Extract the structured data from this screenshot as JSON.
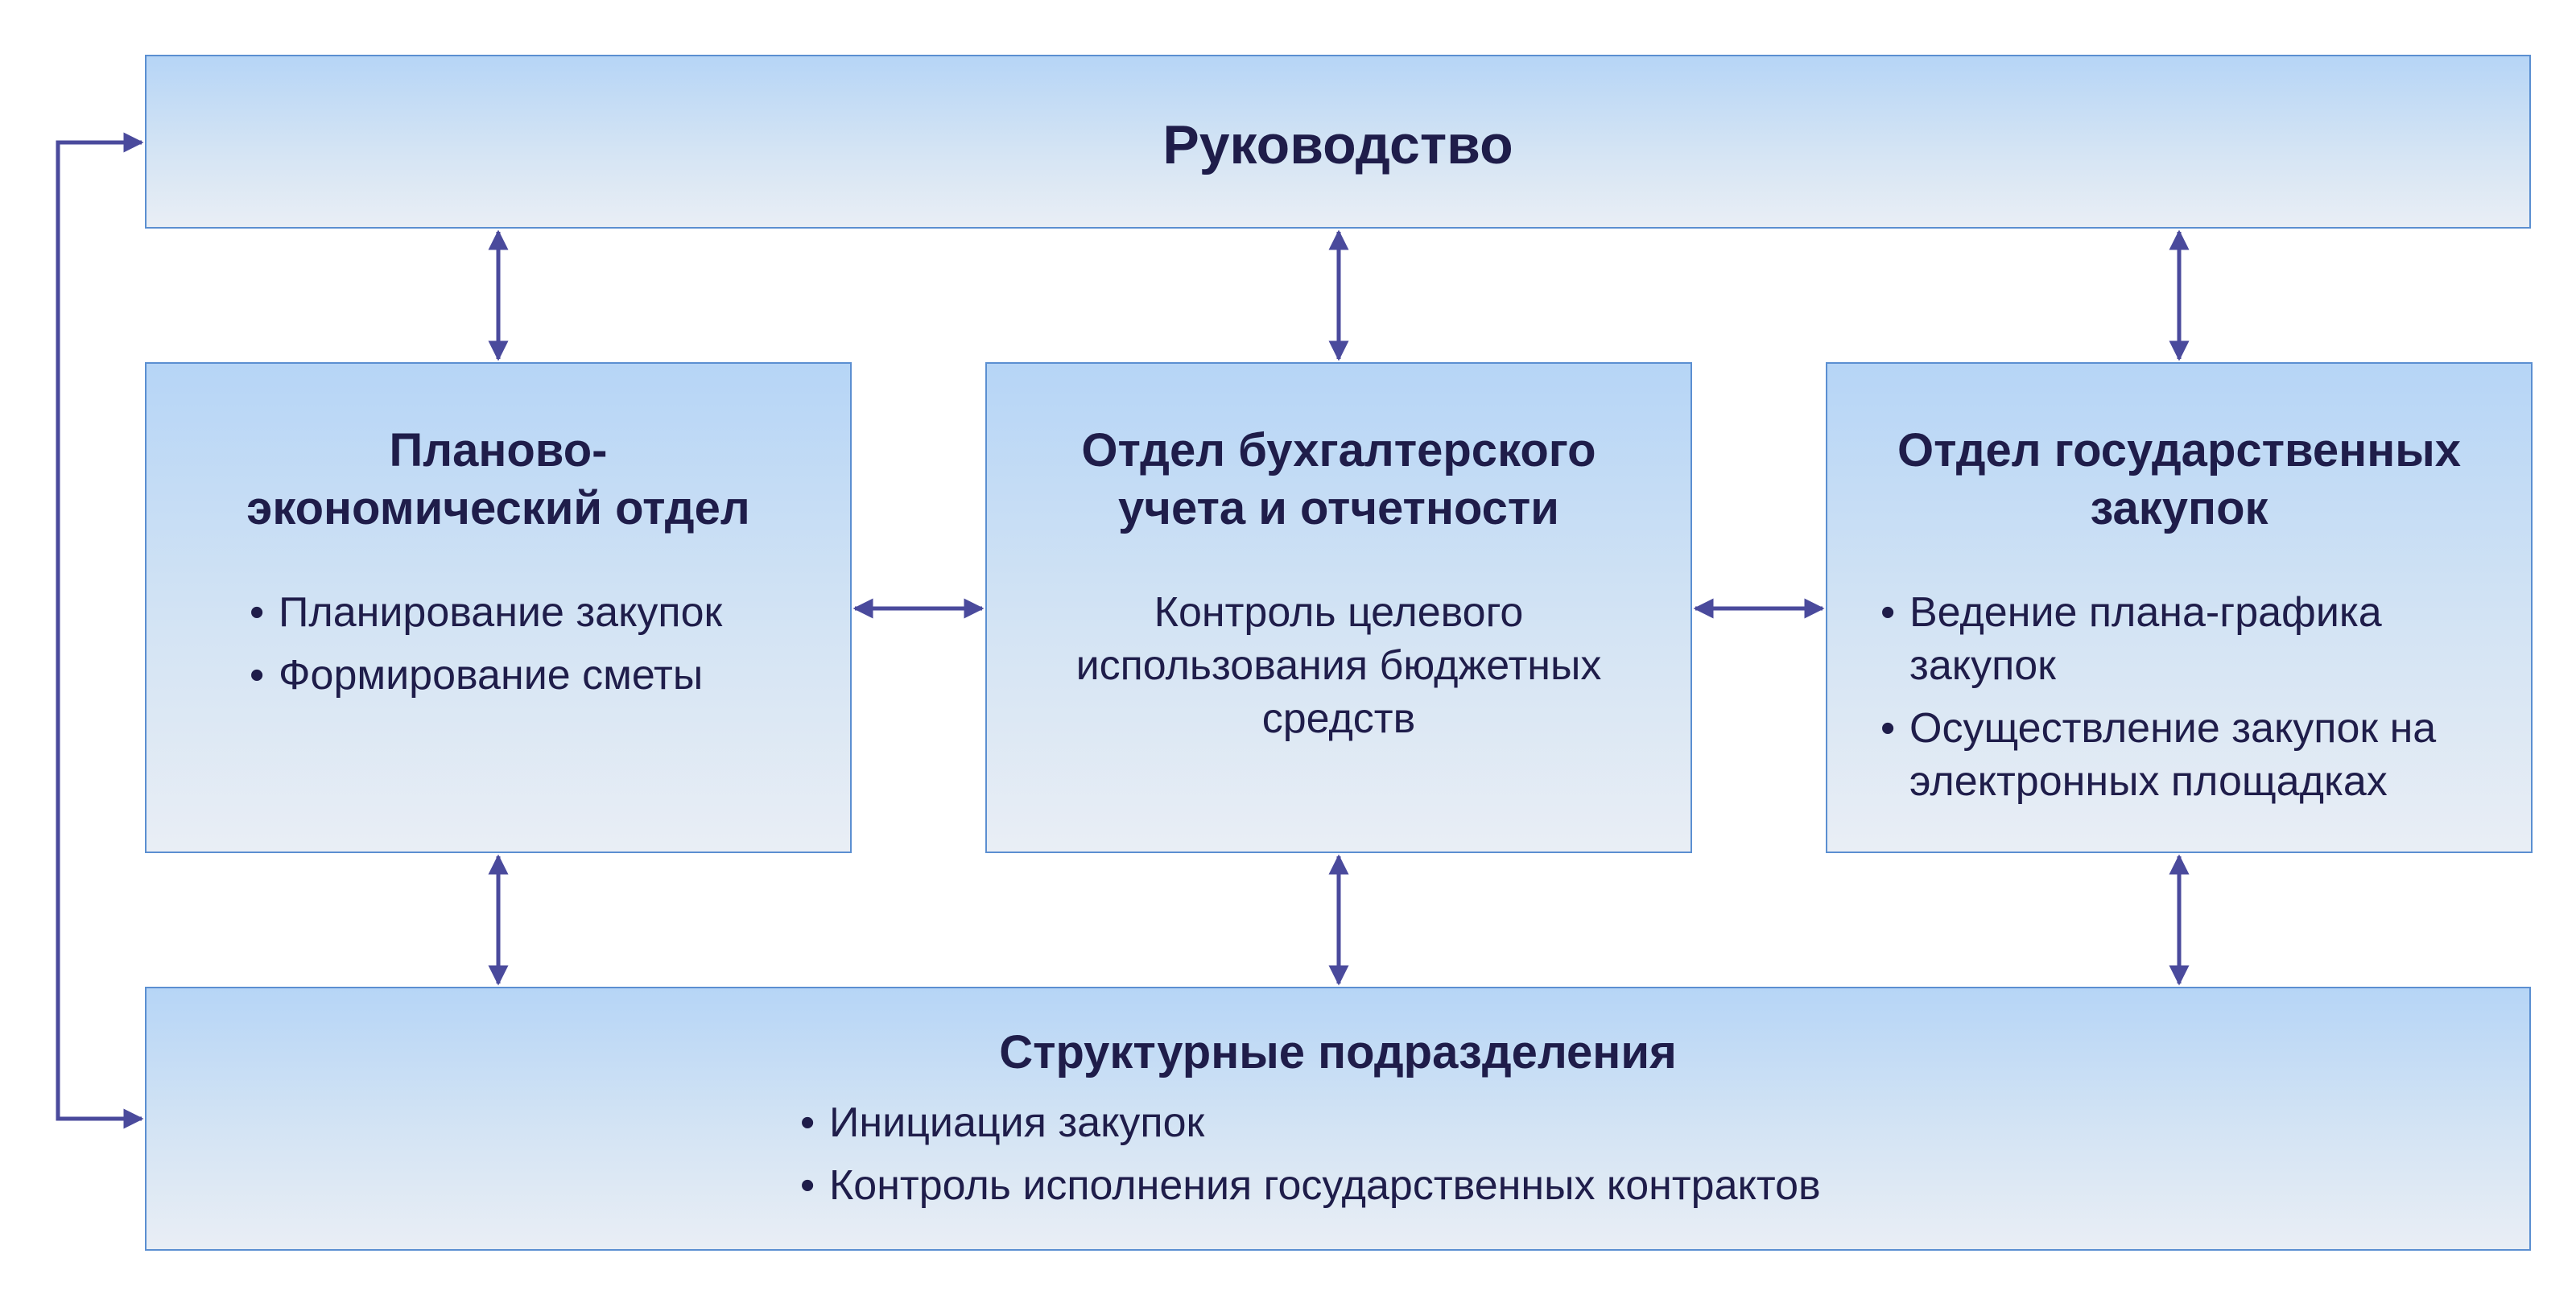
{
  "top": {
    "title": "Руководство"
  },
  "left": {
    "title_lines": [
      "Планово-",
      "экономический отдел"
    ],
    "items": [
      "Планирование закупок",
      "Формирование сметы"
    ]
  },
  "center": {
    "title_lines": [
      "Отдел бухгалтерского",
      "учета и отчетности"
    ],
    "text_lines": [
      "Контроль целевого",
      "использования бюджетных",
      "средств"
    ]
  },
  "right": {
    "title_lines": [
      "Отдел государственных",
      "закупок"
    ],
    "items": [
      "Ведение плана-графика закупок",
      "Осуществление закупок на электронных площадках"
    ]
  },
  "bottom": {
    "title": "Структурные подразделения",
    "items": [
      "Инициация закупок",
      "Контроль исполнения государственных контрактов"
    ]
  },
  "colors": {
    "arrow": "#4a4a9c",
    "border": "#5b8fd1",
    "fill_top": "#b6d5f6",
    "fill_bottom": "#e9eef5",
    "text": "#1f1d4a"
  }
}
